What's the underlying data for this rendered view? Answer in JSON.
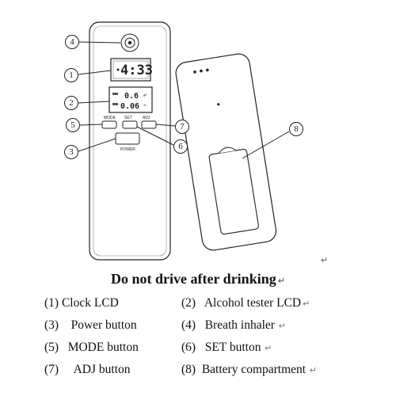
{
  "device": {
    "lcd_time": "4:33",
    "lcd_reading_1": "0.6",
    "lcd_reading_2": "0.06",
    "mode_label": "MODE",
    "set_label": "SET",
    "adj_label": "ADJ",
    "power_label": "POWER"
  },
  "callouts": [
    "1",
    "2",
    "3",
    "4",
    "5",
    "6",
    "7",
    "8"
  ],
  "legend": {
    "title": "Do not drive after drinking",
    "items": [
      {
        "num": "(1)",
        "text": "Clock LCD"
      },
      {
        "num": "(2)",
        "text": "Alcohol tester LCD"
      },
      {
        "num": "(3)",
        "text": "Power button"
      },
      {
        "num": "(4)",
        "text": "Breath inhaler"
      },
      {
        "num": "(5)",
        "text": "MODE button"
      },
      {
        "num": "(6)",
        "text": "SET button"
      },
      {
        "num": "(7)",
        "text": "ADJ button"
      },
      {
        "num": "(8)",
        "text": "Battery compartment"
      }
    ]
  }
}
